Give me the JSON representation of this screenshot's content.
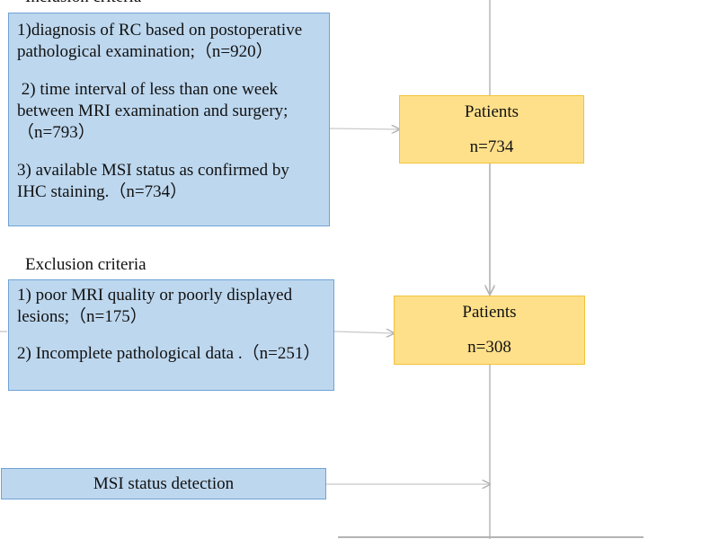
{
  "inclusion": {
    "heading": "Inclusion criteria",
    "items": [
      "1)diagnosis of RC based on postoperative pathological examination;（n=920）",
      " 2) time interval of less than one week between MRI examination and surgery; （n=793）",
      "3) available MSI status as confirmed by IHC staining.（n=734）"
    ]
  },
  "exclusion": {
    "heading": "Exclusion criteria",
    "items": [
      "1) poor MRI quality or poorly displayed lesions;（n=175）",
      "2) Incomplete pathological data .（n=251）"
    ]
  },
  "patients_box_1": {
    "label": "Patients",
    "count": "n=734"
  },
  "patients_box_2": {
    "label": "Patients",
    "count": "n=308"
  },
  "msi": {
    "label": "MSI status detection"
  },
  "colors": {
    "criteria_fill": "#bdd7ee",
    "criteria_border": "#6fa3d6",
    "patients_fill": "#ffe08a",
    "patients_border": "#f2c23a",
    "connector": "#b3b3b3"
  }
}
